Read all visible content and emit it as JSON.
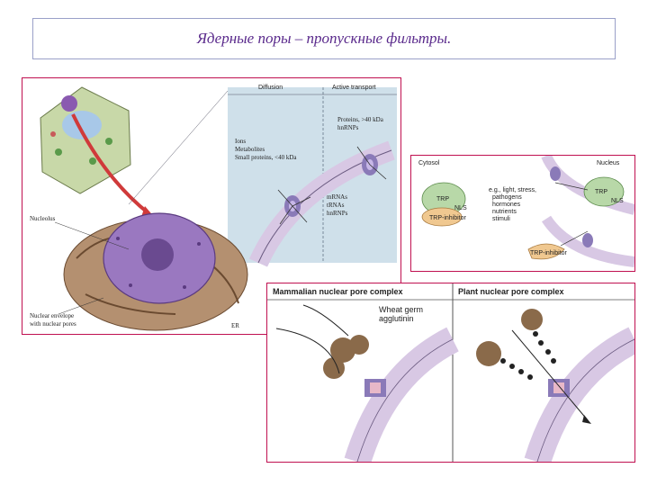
{
  "title": "Ядерные поры – пропускные фильтры.",
  "panel_main": {
    "diffusion": "Diffusion",
    "active_transport": "Active transport",
    "ions": "Ions",
    "metabolites": "Metabolites",
    "small_proteins": "Small proteins, <40 kDa",
    "proteins_large": "Proteins, >40 kDa",
    "hnrnps_top": "hnRNPs",
    "mrnas": "mRNAs",
    "trnas": "tRNAs",
    "hnrnps_bottom": "hnRNPs",
    "nucleolus": "Nucleolus",
    "envelope_1": "Nuclear envelope",
    "envelope_2": "with nuclear pores",
    "er": "ER"
  },
  "panel_signal": {
    "cytosol": "Cytosol",
    "nucleus": "Nucleus",
    "trp_left": "TRP",
    "nls_left": "NLS",
    "trp_inhibitor": "TRP-inhibitor",
    "eg_1": "e.g., light, stress,",
    "eg_2": "pathogens",
    "eg_3": "hormones",
    "eg_4": "nutrients",
    "eg_5": "stimuli",
    "trp_right": "TRP",
    "nls_right": "NLS",
    "trp_inhibitor_bottom": "TRP-inhibitor"
  },
  "panel_pores": {
    "mammalian_title": "Mammalian nuclear pore complex",
    "plant_title": "Plant nuclear pore complex",
    "wheat_germ_1": "Wheat germ",
    "wheat_germ_2": "agglutinin"
  },
  "colors": {
    "title_text": "#5a2a8c",
    "panel_border": "#c01050",
    "membrane": "#d8c8e4",
    "pore": "#8a7ab8",
    "brown": "#8a6a4a"
  }
}
